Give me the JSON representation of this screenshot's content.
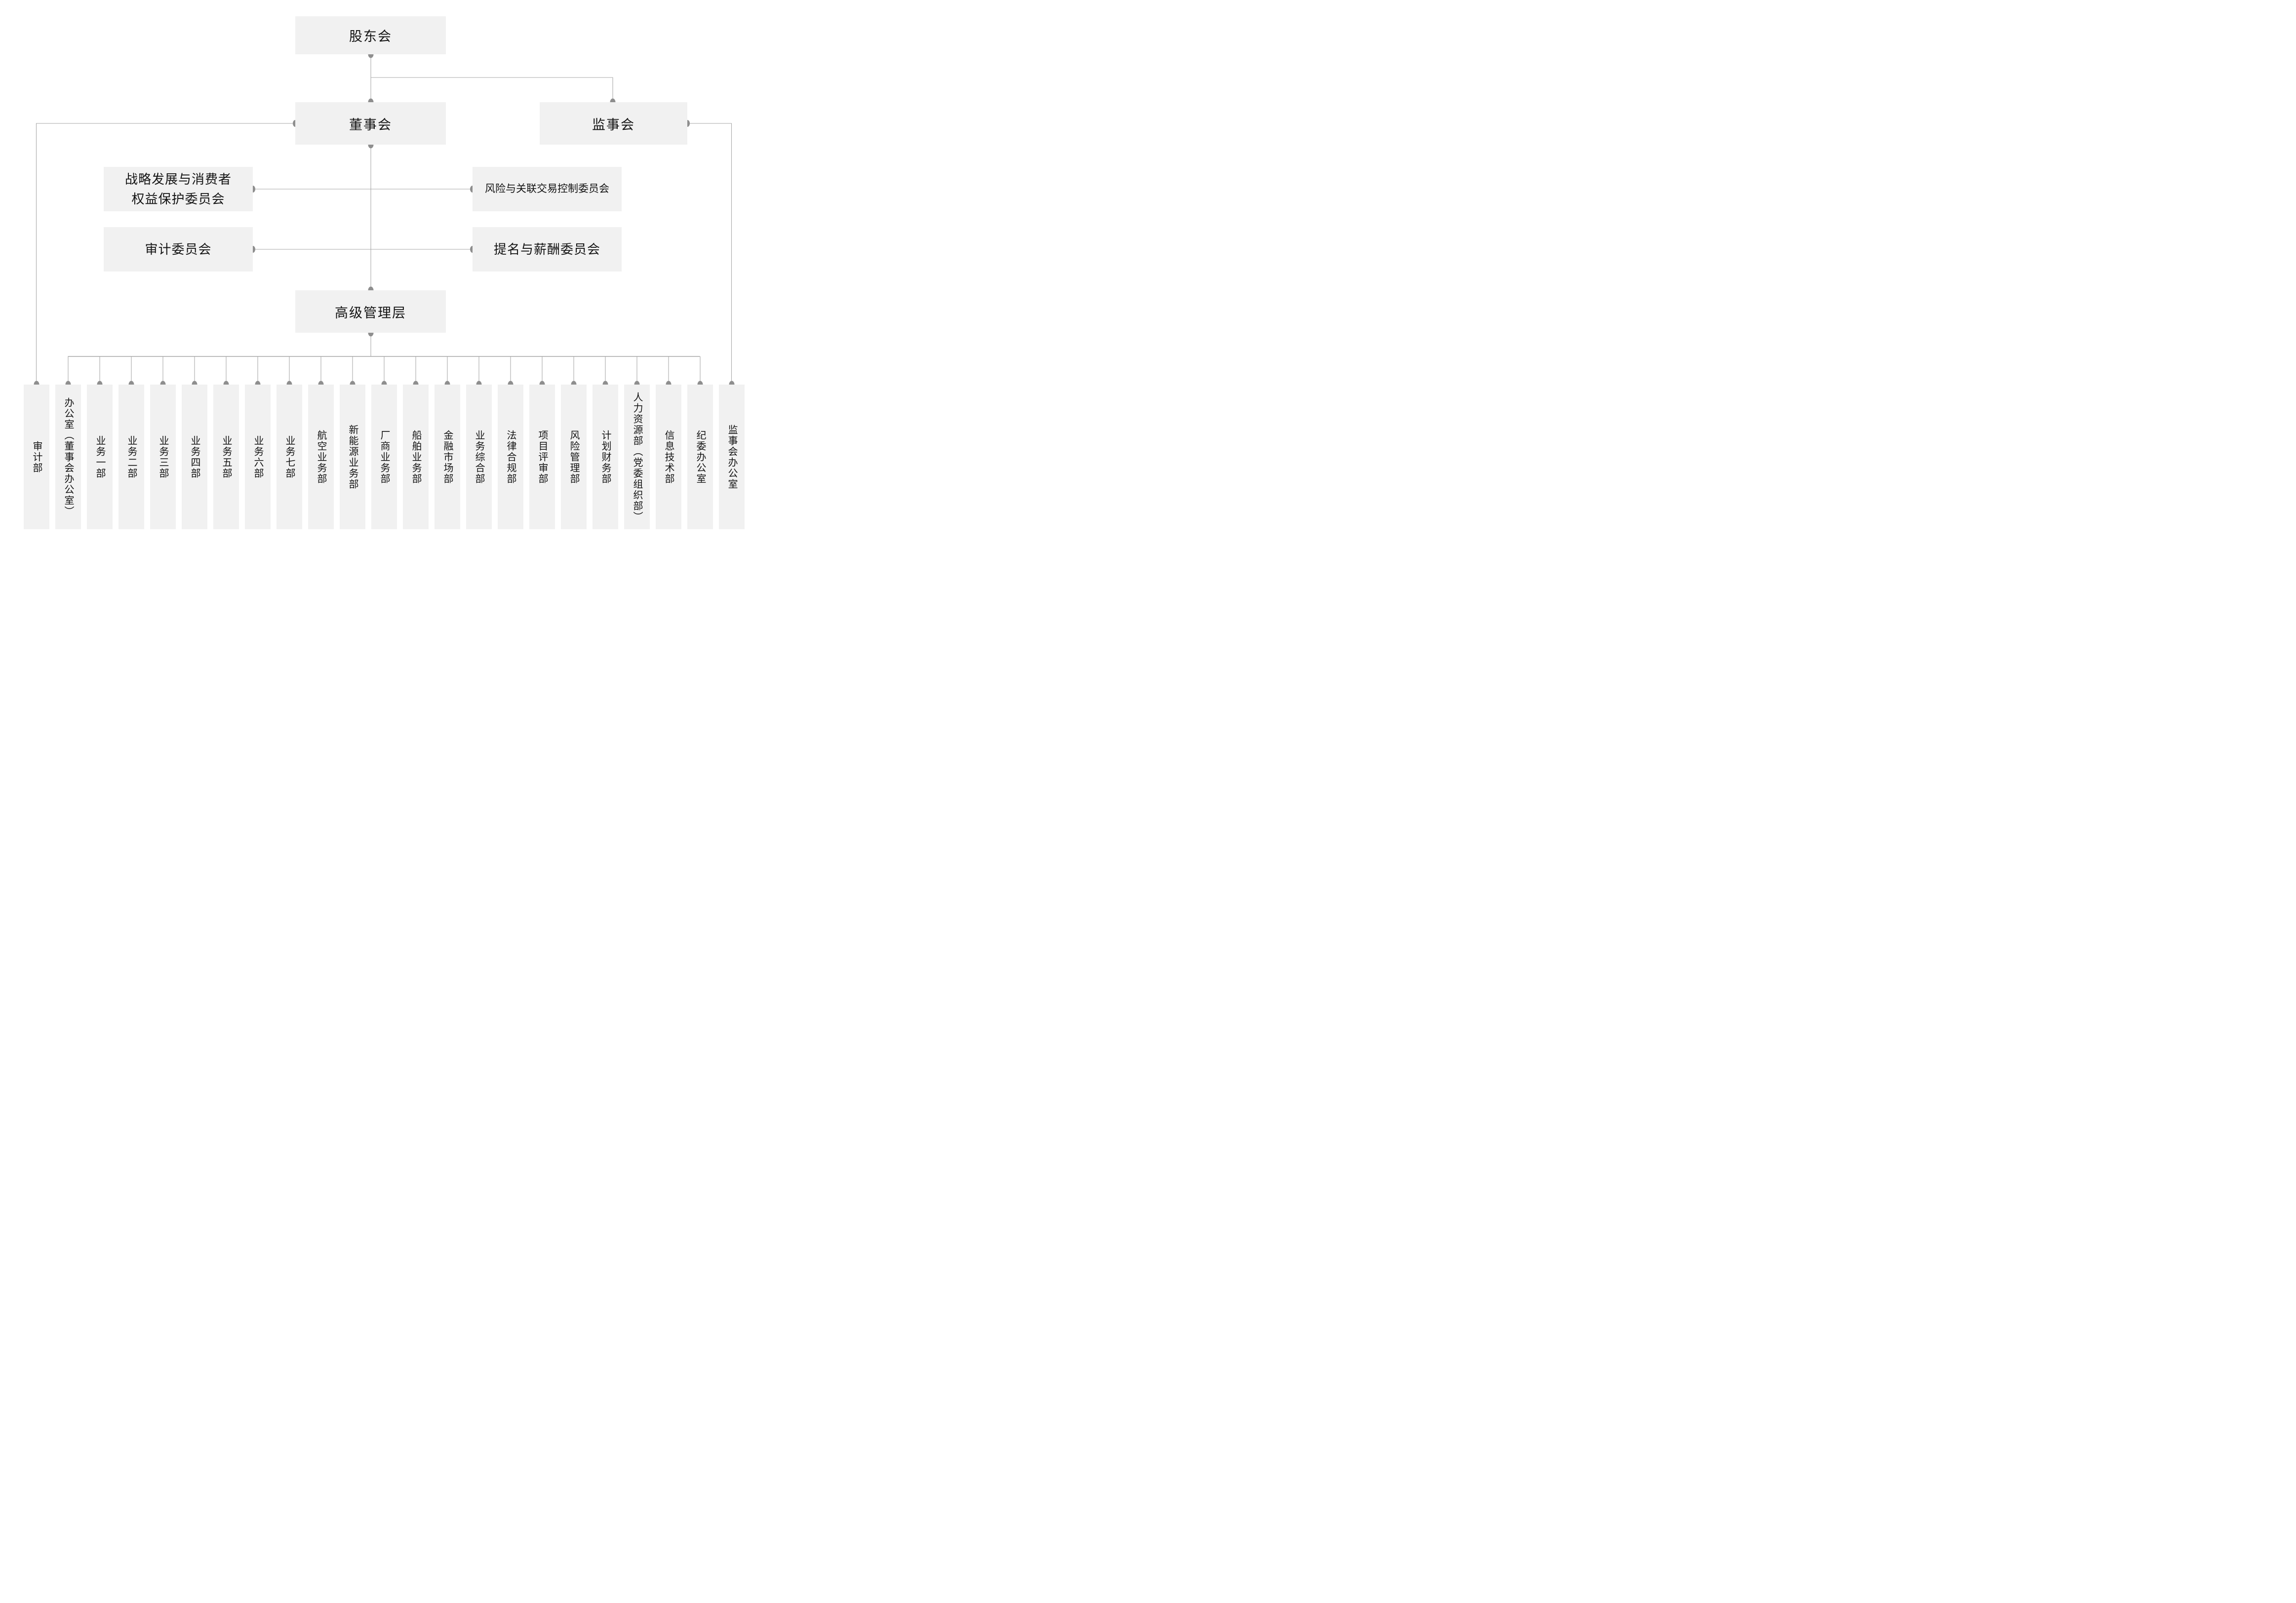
{
  "page": {
    "background": "#ffffff"
  },
  "colors": {
    "box_fill": "#f1f1f1",
    "line": "#a8a8a8",
    "dot": "#8e8e8e",
    "text": "#141414"
  },
  "chart": {
    "type": "org-chart",
    "root": {
      "label": "股东会"
    },
    "level2": {
      "board": {
        "label": "董事会"
      },
      "supervisory": {
        "label": "监事会"
      }
    },
    "committees": [
      {
        "label": "战略发展与消费者\n权益保护委员会"
      },
      {
        "label": "风险与关联交易控制委员会"
      },
      {
        "label": "审计委员会"
      },
      {
        "label": "提名与薪酬委员会"
      }
    ],
    "management": {
      "label": "高级管理层"
    },
    "departments": [
      "审计部",
      "办公室（董事会办公室）",
      "业务一部",
      "业务二部",
      "业务三部",
      "业务四部",
      "业务五部",
      "业务六部",
      "业务七部",
      "航空业务部",
      "新能源业务部",
      "厂商业务部",
      "船舶业务部",
      "金融市场部",
      "业务综合部",
      "法律合规部",
      "项目评审部",
      "风险管理部",
      "计划财务部",
      "人力资源部（党委组织部）",
      "信息技术部",
      "纪委办公室",
      "监事会办公室"
    ]
  }
}
